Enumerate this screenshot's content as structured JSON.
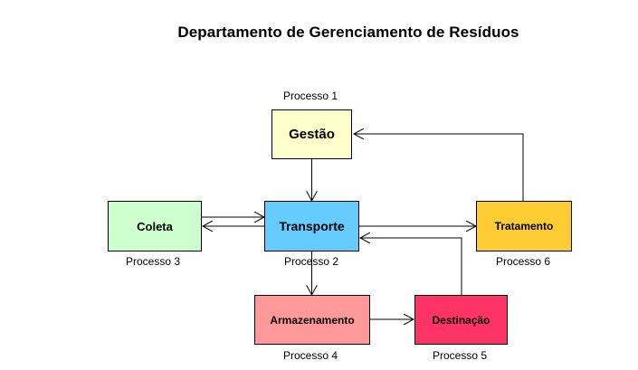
{
  "title": "Departamento de Gerenciamento de Resíduos",
  "nodes": {
    "gestao": {
      "label": "Gestão",
      "caption": "Processo 1",
      "color": "#ffffcc"
    },
    "transporte": {
      "label": "Transporte",
      "caption": "Processo 2",
      "color": "#66ccff"
    },
    "coleta": {
      "label": "Coleta",
      "caption": "Processo 3",
      "color": "#ccffcc"
    },
    "armazenamento": {
      "label": "Armazenamento",
      "caption": "Processo 4",
      "color": "#ff9999"
    },
    "destinacao": {
      "label": "Destinação",
      "caption": "Processo 5",
      "color": "#ff3366"
    },
    "tratamento": {
      "label": "Tratamento",
      "caption": "Processo 6",
      "color": "#ffcc33"
    }
  }
}
